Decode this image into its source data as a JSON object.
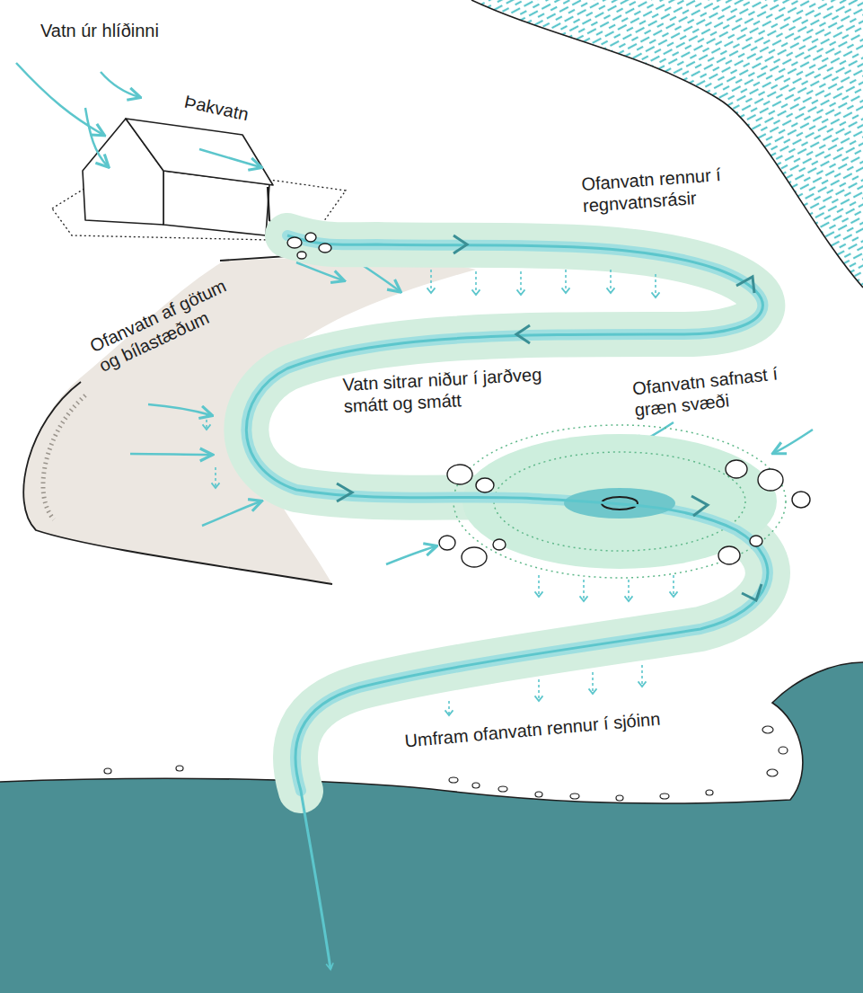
{
  "diagram": {
    "labels": [
      "Vatn úr hlíðinni",
      "Þakvatn",
      "Ofanvatn rennur í regnvatnsrásir",
      "Ofanvatn af götum og bílastæðum",
      "Vatn sitrar niður í jarðveg smátt og smátt",
      "Ofanvatn safnast í græn svæði",
      "Umfram ofanvatn rennur í sjóinn"
    ]
  }
}
